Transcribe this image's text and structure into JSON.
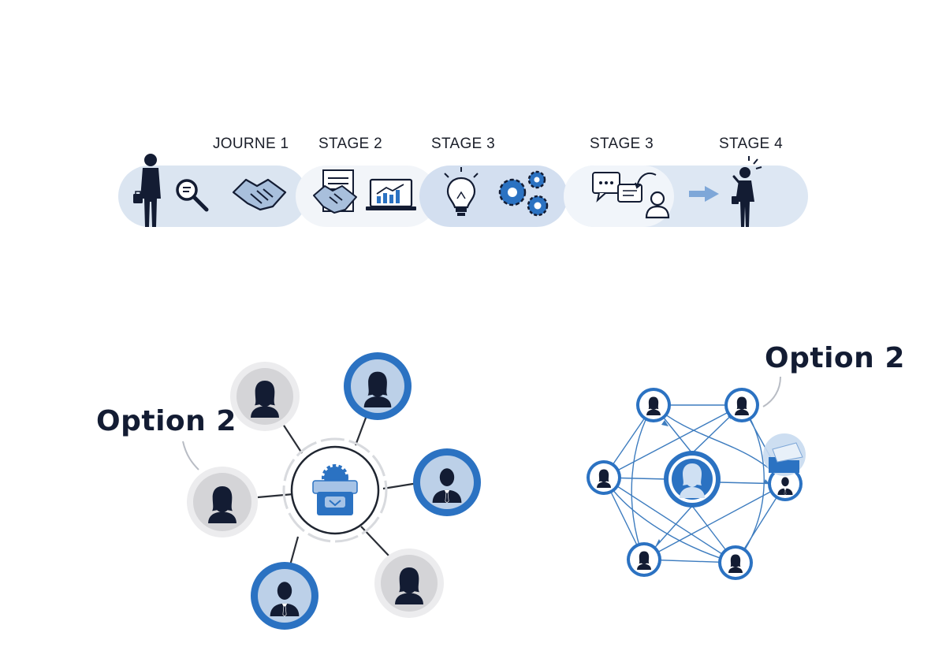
{
  "journey": {
    "stages": [
      {
        "label": "JOURNE 1"
      },
      {
        "label": "STAGE 2"
      },
      {
        "label": "STAGE 3"
      },
      {
        "label": "STAGE 3"
      },
      {
        "label": "STAGE 4"
      }
    ],
    "icons": [
      "businessman-icon",
      "magnifier-icon",
      "handshake-icon",
      "contract-handshake-icon",
      "laptop-chart-icon",
      "lightbulb-icon",
      "gears-icon",
      "chat-bubbles-icon",
      "user-icon",
      "arrow-right-icon",
      "businesswoman-icon"
    ]
  },
  "hub_diagram": {
    "title": "Option 2",
    "hub_icon": "toolbox-gear-icon",
    "nodes": [
      "woman-avatar",
      "woman-avatar",
      "man-avatar",
      "woman-avatar",
      "man-avatar",
      "woman-avatar"
    ]
  },
  "network_diagram": {
    "title": "Option 2",
    "center_icon": "woman-avatar",
    "extra_icon": "folder-icon"
  },
  "colors": {
    "dark_navy": "#131c33",
    "primary_blue": "#2b72c2",
    "light_blue": "#dce6f2",
    "gray_fill": "#d9d9db"
  }
}
